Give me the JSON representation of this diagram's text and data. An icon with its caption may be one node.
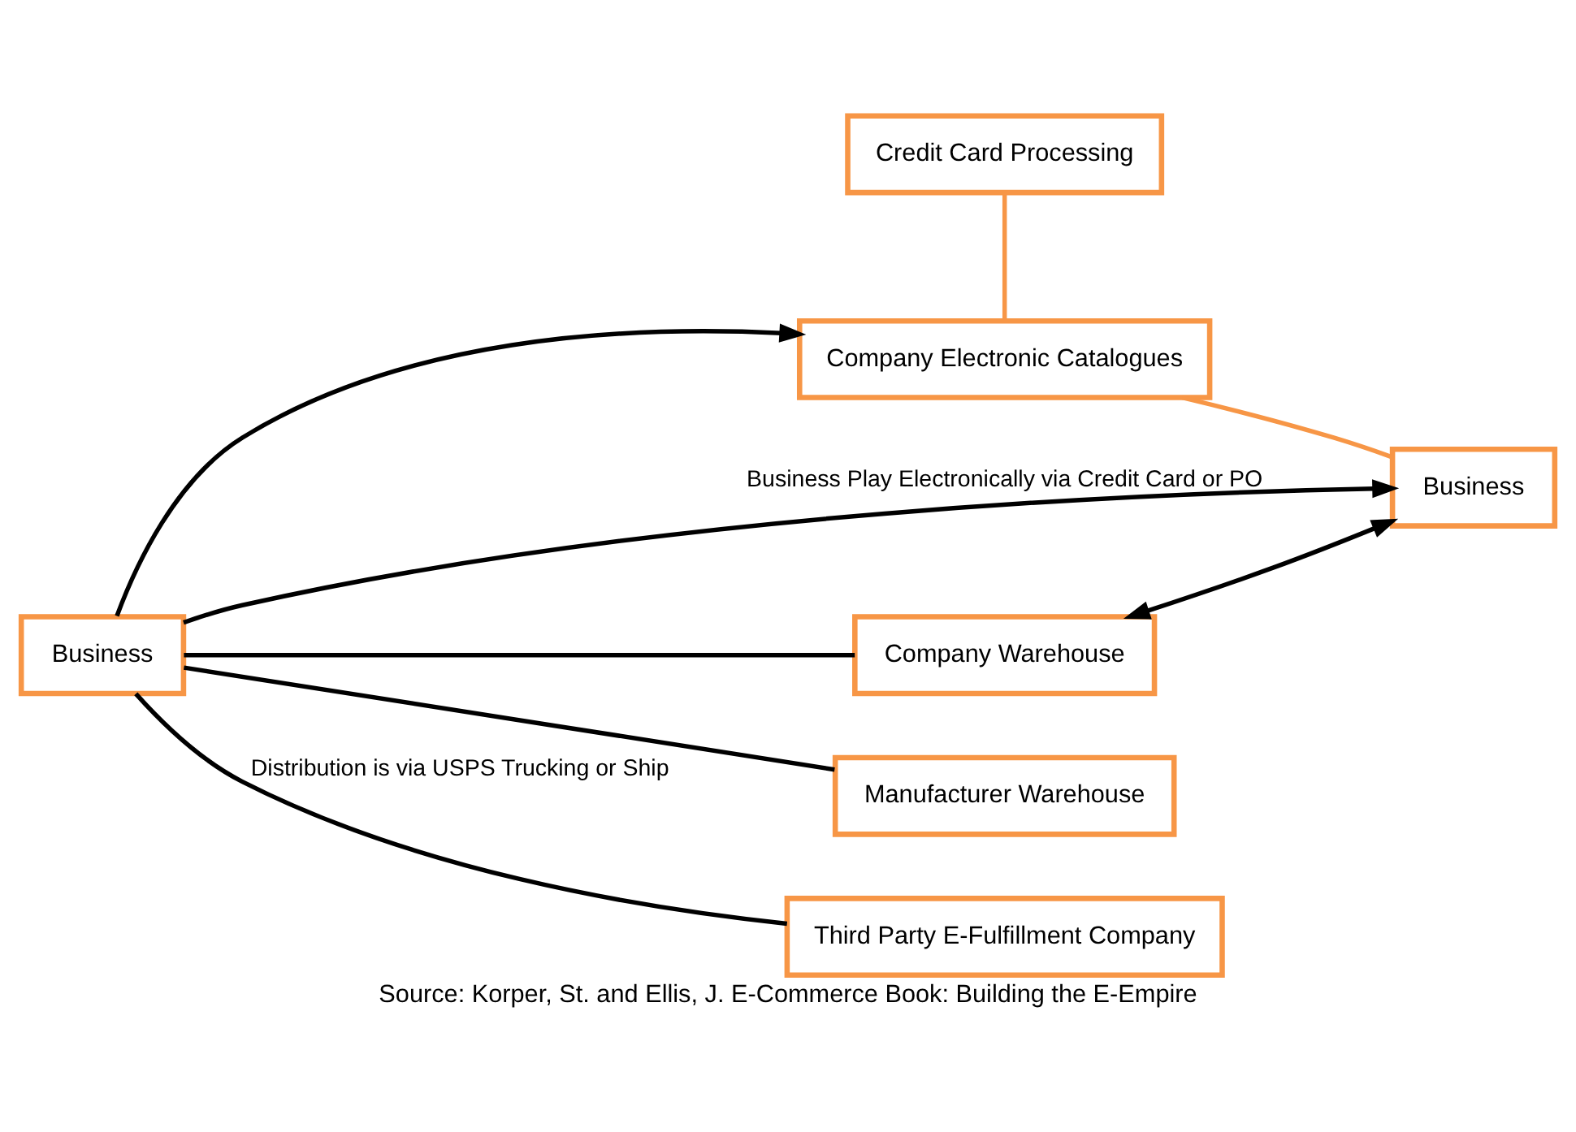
{
  "diagram": {
    "caption": "Source: Korper, St. and Ellis, J. E-Commerce Book: Building the E-Empire",
    "nodes": [
      {
        "text": [
          "Business"
        ]
      },
      {
        "text": [
          "Company Electronic Catalogues"
        ]
      },
      {
        "text": [
          "Credit Card Processing"
        ]
      },
      {
        "text": [
          "Business"
        ]
      },
      {
        "text": [
          "Company Warehouse"
        ]
      },
      {
        "text": [
          "Manufacturer Warehouse"
        ]
      },
      {
        "text": [
          "Third Party E-Fulfillment Company"
        ]
      }
    ],
    "edges": [
      {
        "from": 0,
        "to": 1,
        "arrow": "to"
      },
      {
        "from": 2,
        "to": 1,
        "arrow": "none",
        "color": "#f79646"
      },
      {
        "from": 1,
        "to": 3,
        "arrow": "none",
        "color": "#f79646"
      },
      {
        "from": 4,
        "to": 3,
        "arrow": "both"
      },
      {
        "from": 0,
        "to": 3,
        "arrow": "to",
        "label": "Business Play Electronically via Credit Card or PO"
      },
      {
        "from": 0,
        "to": 4,
        "arrow": "none"
      },
      {
        "from": 0,
        "to": 5,
        "arrow": "none"
      },
      {
        "from": 0,
        "to": 6,
        "arrow": "none",
        "label": "Distribution is via USPS Trucking or Ship"
      }
    ]
  }
}
